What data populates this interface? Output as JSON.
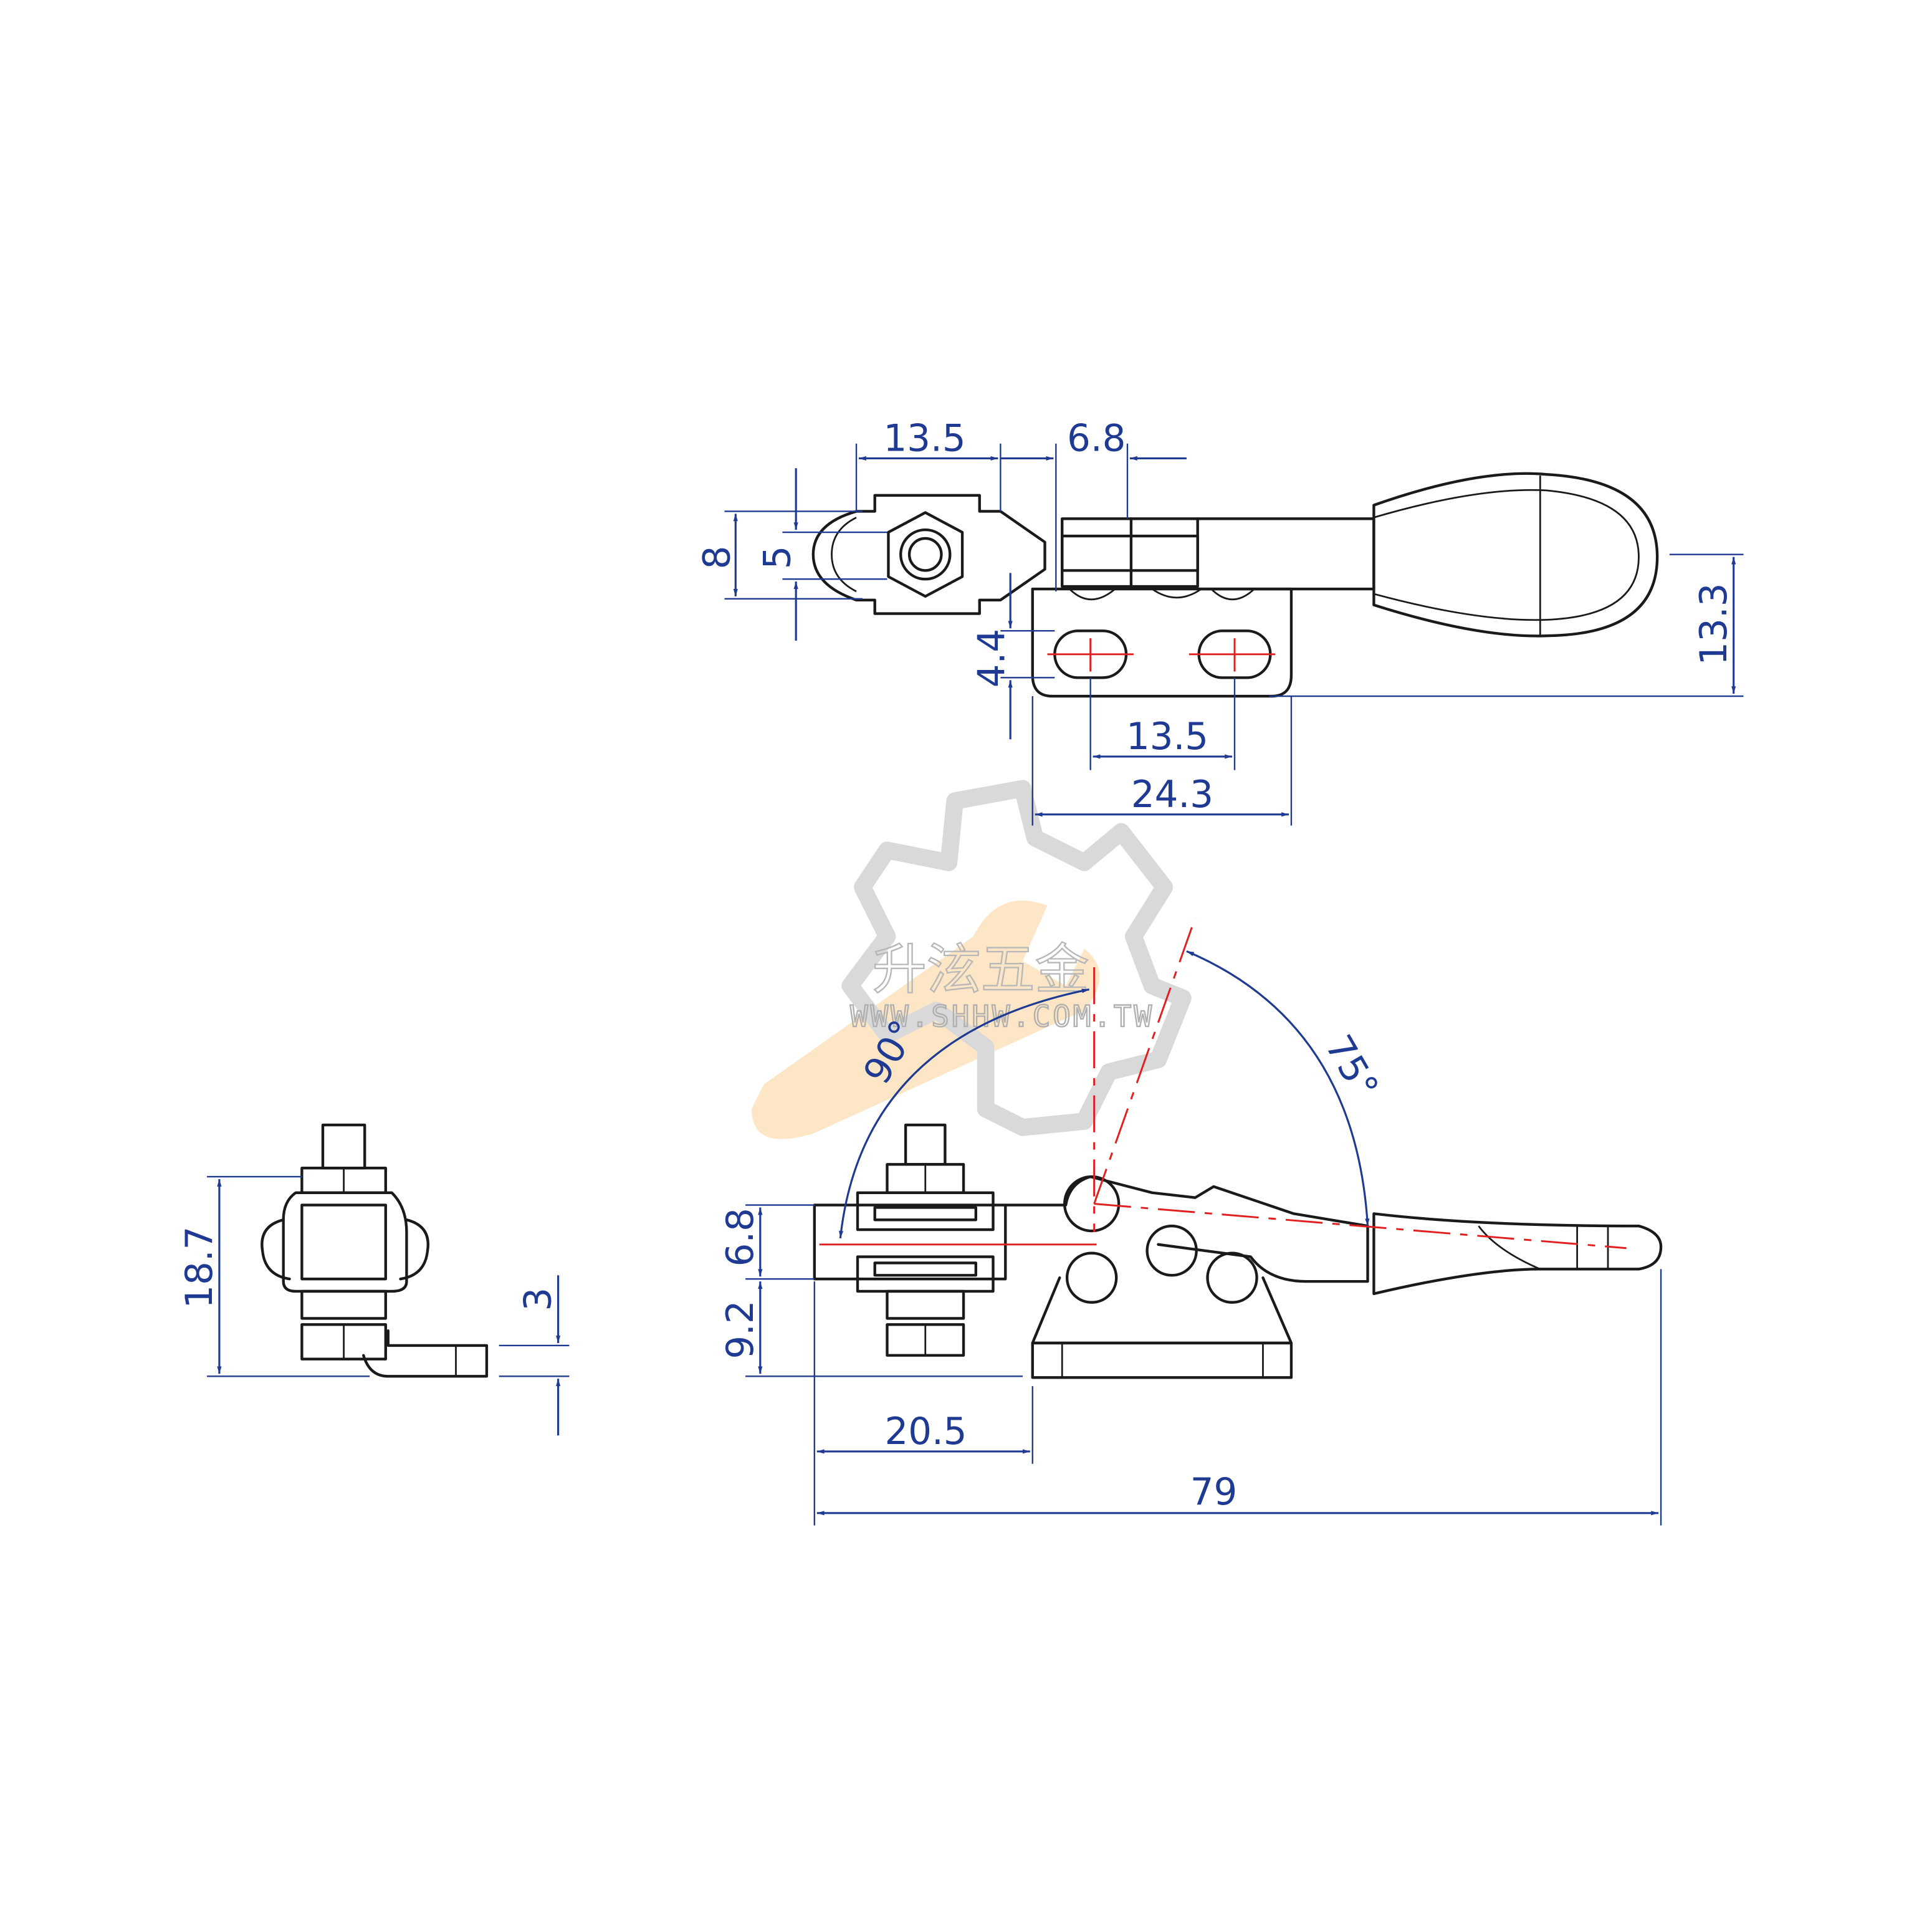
{
  "drawing": {
    "title": "Horizontal toggle clamp dimension drawing",
    "colors": {
      "outline": "#1a1a1a",
      "dimension": "#1f3a93",
      "centerline": "#e02020",
      "watermark_gear": "#d9d9d9",
      "watermark_wrench": "#fde6c6"
    },
    "watermark": {
      "name": "升泫五金",
      "url": "WWW.SHHW.COM.TW"
    },
    "top_view": {
      "dims": {
        "bolt_width": "13.5",
        "pin_offset": "6.8",
        "height_8": "8",
        "height_5": "5",
        "slot_offset": "4.4",
        "handle_height": "13.3",
        "hole_spacing": "13.5",
        "base_length": "24.3"
      }
    },
    "side_view": {
      "dims": {
        "spindle_height": "6.8",
        "base_height": "9.2",
        "spindle_to_base": "20.5",
        "overall_length": "79"
      },
      "angles": {
        "open_angle": "90°",
        "handle_angle": "75°"
      }
    },
    "end_view": {
      "dims": {
        "overall_height": "18.7",
        "base_thickness": "3"
      }
    }
  }
}
